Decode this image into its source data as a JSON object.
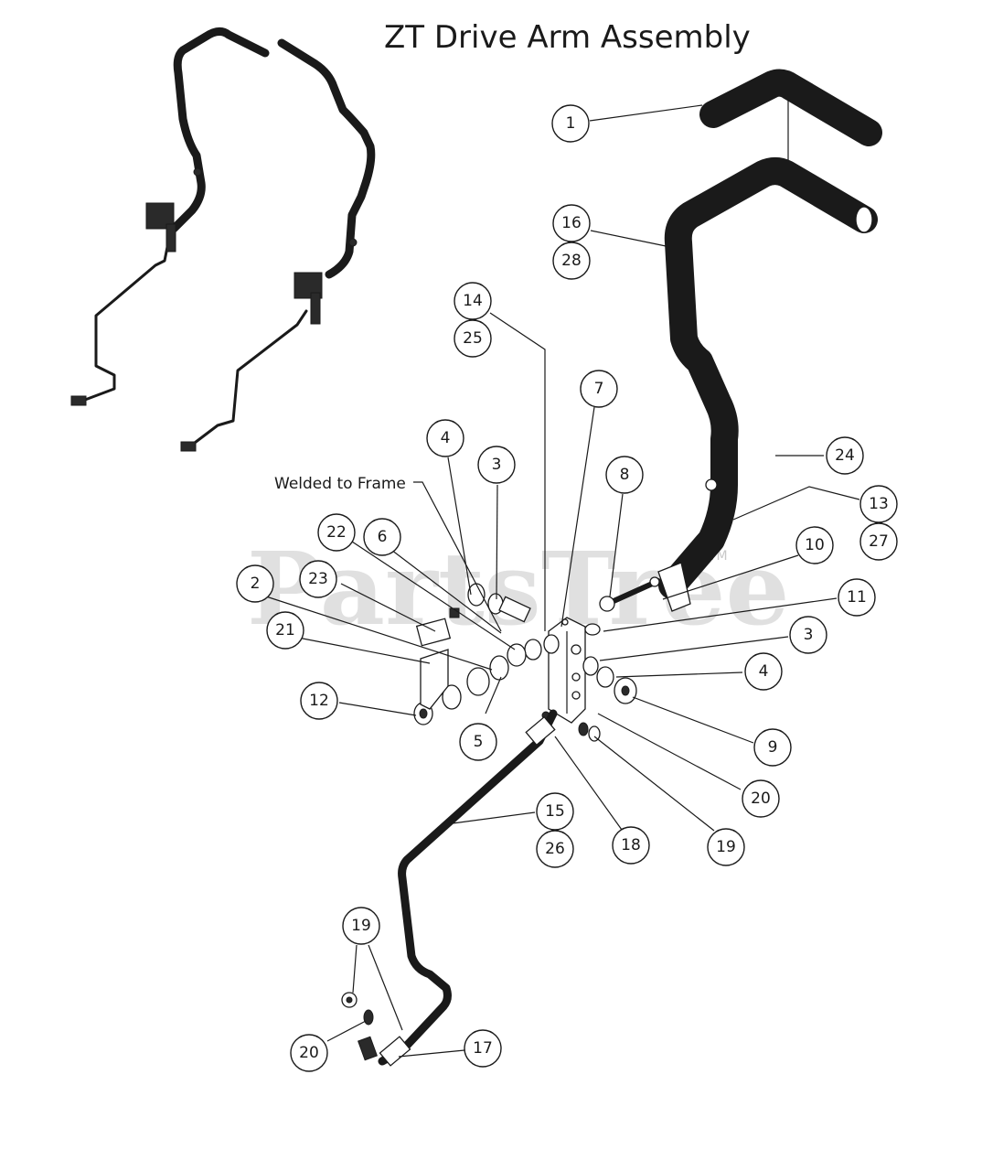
{
  "title": "ZT Drive Arm Assembly",
  "note": "Welded to Frame",
  "watermark": "PartsTree",
  "watermark_tm": "TM",
  "callouts": {
    "c1": "1",
    "c16": "16",
    "c28": "28",
    "c14": "14",
    "c25": "25",
    "c7": "7",
    "c4a": "4",
    "c3a": "3",
    "c8": "8",
    "c24": "24",
    "c13": "13",
    "c27": "27",
    "c22": "22",
    "c6": "6",
    "c10": "10",
    "c2": "2",
    "c23": "23",
    "c11": "11",
    "c21": "21",
    "c3b": "3",
    "c4b": "4",
    "c12": "12",
    "c9": "9",
    "c5": "5",
    "c20a": "20",
    "c15": "15",
    "c26": "26",
    "c18": "18",
    "c19a": "19",
    "c19b": "19",
    "c20b": "20",
    "c17": "17"
  }
}
